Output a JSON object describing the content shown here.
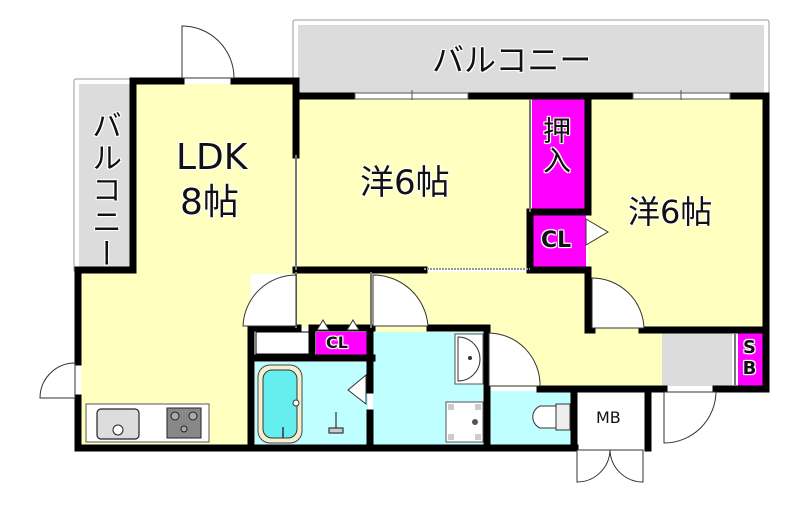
{
  "colors": {
    "room": "#FFFFC0",
    "balcony": "#DCDCDC",
    "closet": "#FF00FF",
    "wet_area": "#BFFFFF",
    "bathtub": "#66EEEE",
    "wall": "#000000",
    "storage_white": "#FFFFFF"
  },
  "balcony_top": {
    "label": "バルコニー"
  },
  "balcony_left": {
    "label": "バルコニー"
  },
  "ldk": {
    "name": "LDK",
    "size": "8帖"
  },
  "room_middle": {
    "type": "洋",
    "size": "6帖",
    "label": "洋6帖"
  },
  "room_right": {
    "type": "洋",
    "size": "6帖",
    "label": "洋6帖"
  },
  "oshiire": {
    "label": "押入"
  },
  "closet_middle": {
    "label": "CL"
  },
  "closet_hall": {
    "label": "CL"
  },
  "shoe_box": {
    "label": "SB"
  },
  "meter_box": {
    "label": "MB"
  },
  "fixtures": [
    "sink",
    "gas-stove",
    "bathtub",
    "shower-faucet",
    "wash-basin",
    "washing-machine-pan",
    "toilet"
  ]
}
